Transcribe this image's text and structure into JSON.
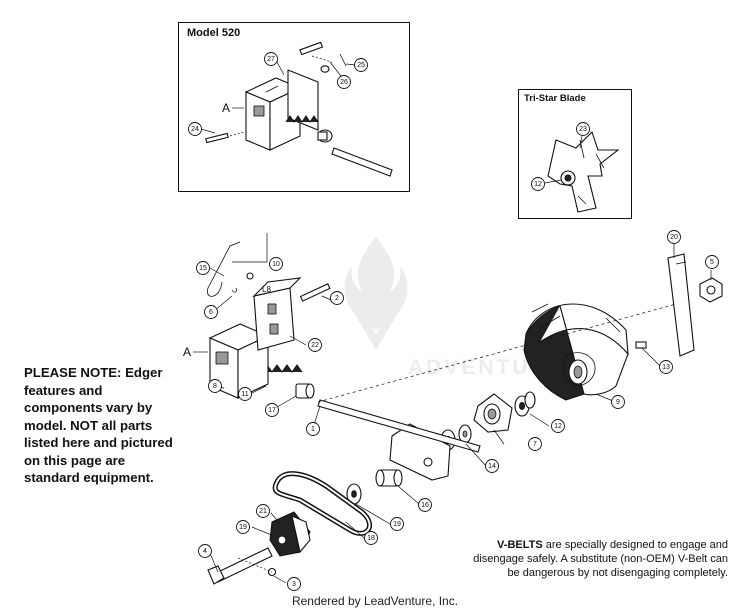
{
  "insets": {
    "model": {
      "title": "Model 520"
    },
    "blade": {
      "title": "Tri-Star Blade"
    }
  },
  "reference_label": "A",
  "callouts_main": [
    "1",
    "2",
    "3",
    "4",
    "5",
    "6",
    "7",
    "8",
    "9",
    "10",
    "11",
    "12",
    "13",
    "14",
    "15",
    "16",
    "17",
    "18",
    "19",
    "19",
    "20",
    "21",
    "22"
  ],
  "callouts_model": [
    "24",
    "25",
    "26",
    "27"
  ],
  "callouts_blade": [
    "12",
    "23"
  ],
  "note": "PLEASE NOTE: Edger features and components vary by model. NOT all parts listed here and pictured on this page are standard equipment.",
  "vbelt": {
    "bold": "V-BELTS",
    "text": " are specially designed to engage and disengage safely. A substitute (non-OEM) V-Belt can be dangerous by not disengaging completely."
  },
  "watermark": "ADVENTURE",
  "footer": "Rendered by LeadVenture, Inc."
}
